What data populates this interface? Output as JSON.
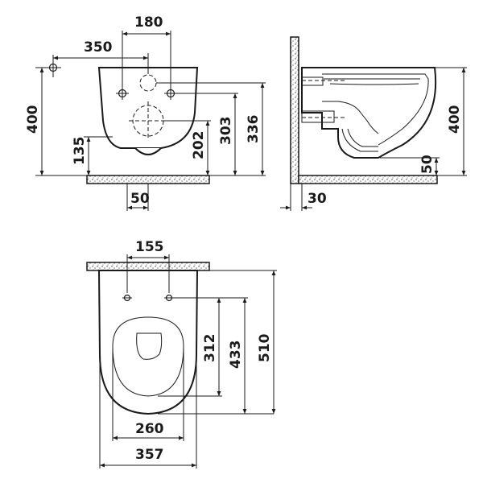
{
  "front_view": {
    "dim_180": "180",
    "dim_350": "350",
    "dim_400": "400",
    "dim_135": "135",
    "dim_202": "202",
    "dim_303": "303",
    "dim_336": "336",
    "dim_50": "50"
  },
  "side_view": {
    "dim_400": "400",
    "dim_50": "50",
    "dim_30": "30"
  },
  "top_view": {
    "dim_155": "155",
    "dim_312": "312",
    "dim_433": "433",
    "dim_510": "510",
    "dim_260": "260",
    "dim_357": "357"
  }
}
